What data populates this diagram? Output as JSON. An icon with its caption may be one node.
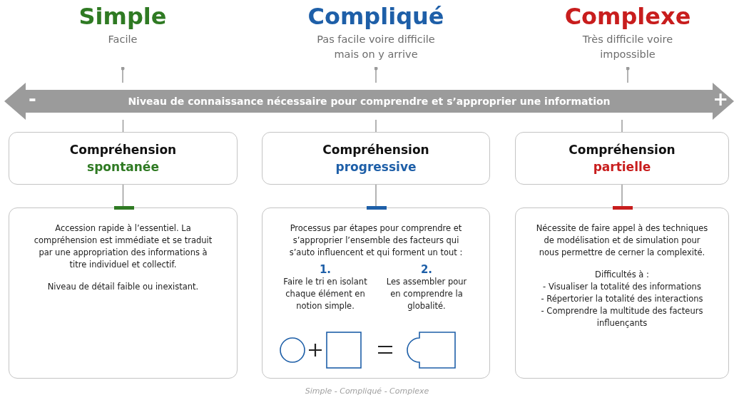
{
  "diagram": {
    "caption": "Simple - Compliqué - Complexe",
    "nodes": [
      {
        "text": [
          "Simple",
          "Facile"
        ]
      },
      {
        "text": [
          "Compliqué",
          "Pas facile voire difficile mais on y arrive"
        ]
      },
      {
        "text": [
          "Complexe",
          "Très difficile voire impossible"
        ]
      },
      {
        "text": [
          "-",
          "Niveau de connaissance nécessaire pour comprendre et s’approprier une information",
          "+"
        ]
      },
      {
        "text": [
          "Compréhension",
          "spontanée"
        ]
      },
      {
        "text": [
          "Compréhension",
          "progressive"
        ]
      },
      {
        "text": [
          "Compréhension",
          "partielle"
        ]
      },
      {
        "text": [
          "Accession rapide à l’essentiel. La compréhension est immédiate et se traduit par une appropriation des informations à titre individuel et collectif.",
          "Niveau de détail faible ou inexistant."
        ]
      },
      {
        "text": [
          "Processus par étapes pour comprendre et s’approprier l’ensemble des facteurs qui s’auto influencent et qui forment un tout :",
          "1.",
          "Faire le tri en isolant chaque élément en notion simple.",
          "2.",
          "Les assembler pour en comprendre la globalité."
        ]
      },
      {
        "text": [
          "Nécessite de faire appel à des techniques de modélisation et de simulation pour nous permettre de cerner la complexité.",
          "Difficultés à :",
          "- Visualiser la totalité des informations",
          "- Répertorier la totalité des interactions",
          "- Comprendre la multitude des facteurs influençants"
        ]
      }
    ],
    "edges": [
      {
        "from": 0,
        "to": 3,
        "arrow": "other"
      },
      {
        "from": 1,
        "to": 3,
        "arrow": "other"
      },
      {
        "from": 2,
        "to": 3,
        "arrow": "other"
      },
      {
        "from": 3,
        "to": 4,
        "arrow": "none"
      },
      {
        "from": 3,
        "to": 5,
        "arrow": "none"
      },
      {
        "from": 3,
        "to": 6,
        "arrow": "none"
      },
      {
        "from": 4,
        "to": 7,
        "arrow": "none"
      },
      {
        "from": 5,
        "to": 8,
        "arrow": "none"
      },
      {
        "from": 6,
        "to": 9,
        "arrow": "none"
      }
    ]
  }
}
